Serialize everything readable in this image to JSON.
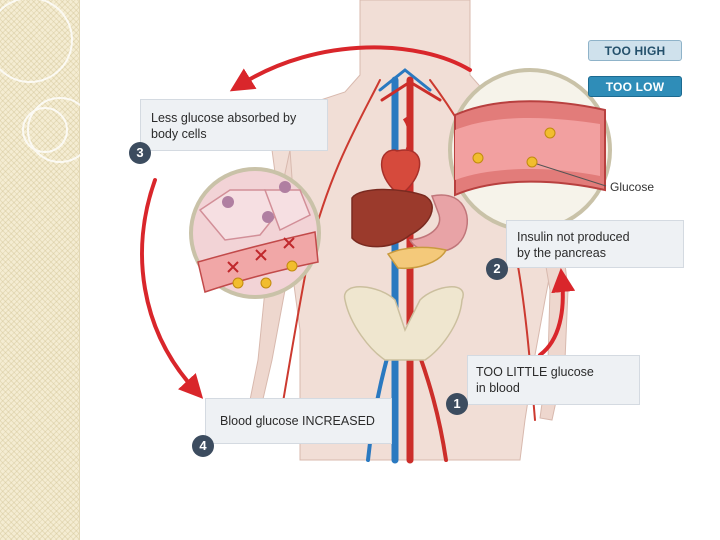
{
  "buttons": {
    "too_high": "TOO HIGH",
    "too_low": "TOO LOW"
  },
  "steps": {
    "s1": {
      "number": "1",
      "line1": "TOO LITTLE glucose",
      "line2": "in blood"
    },
    "s2": {
      "number": "2",
      "line1": "Insulin not produced",
      "line2": "by the pancreas"
    },
    "s3": {
      "number": "3",
      "line1": "Less glucose absorbed by",
      "line2": "body cells"
    },
    "s4": {
      "number": "4",
      "line1": "Blood glucose INCREASED"
    }
  },
  "labels": {
    "glucose": "Glucose"
  },
  "colors": {
    "arrow_red": "#d9262b",
    "badge": "#3c4c5f",
    "too_low_active": "#2f8db8",
    "too_high": "#cfe1ec"
  }
}
